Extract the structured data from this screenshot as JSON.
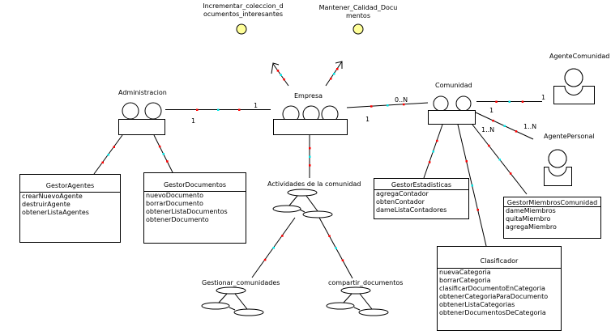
{
  "goals": [
    {
      "id": "g1",
      "label": "Incrementar_coleccion_d\nocumentos_interesantes",
      "line1": "Incrementar_coleccion_d",
      "line2": "ocumentos_interesantes"
    },
    {
      "id": "g2",
      "label": "Mantener_Calidad_Documentos",
      "line1": "Mantener_Calidad_Docu",
      "line2": "mentos"
    }
  ],
  "organizations": {
    "administracion": "Administracion",
    "empresa": "Empresa",
    "comunidad": "Comunidad"
  },
  "agents": {
    "comunidad": "AgenteComunidad",
    "personal": "AgentePersonal"
  },
  "tasks": {
    "actividades": "Actividades de la comunidad",
    "gestionar": "Gestionar_comunidades",
    "compartir": "compartir_documentos"
  },
  "multiplicities": {
    "admin_empresa_left": "1",
    "admin_empresa_right": "1",
    "empresa_comunidad_left": "1",
    "empresa_comunidad_right": "0..N",
    "comunidad_agentecom_left": "1",
    "comunidad_agentecom_right": "1",
    "comunidad_agentepers_right": "1..N",
    "comunidad_miembros": "1..N"
  },
  "classes": {
    "gestorAgentes": {
      "name": "GestorAgentes",
      "operations": [
        "crearNuevoAgente",
        "destruirAgente",
        "obtenerListaAgentes"
      ]
    },
    "gestorDocumentos": {
      "name": "GestorDocumentos",
      "operations": [
        "nuevoDocumento",
        "borrarDocumento",
        "obtenerListaDocumentos",
        "obtenerDocumento"
      ]
    },
    "gestorEstadisticas": {
      "name": "GestorEstadisticas",
      "operations": [
        "agregaContador",
        "obtenContador",
        "dameListaContadores"
      ]
    },
    "gestorMiembrosComunidad": {
      "name": "GestorMiembrosComunidad",
      "operations": [
        "dameMiembros",
        "quitaMiembro",
        "agregaMiembro"
      ]
    },
    "clasificador": {
      "name": "Clasificador",
      "operations": [
        "nuevaCategoria",
        "borrarCategoria",
        "clasificarDocumentoEnCategoria",
        "obtenerCategoriaParaDocumento",
        "obtenerListaCategorias",
        "obtenerDocumentosDeCategoria"
      ]
    }
  },
  "colors": {
    "goal_fill": "#ffff99",
    "handle_red": "#ff0000",
    "handle_cyan": "#00e5e5",
    "line": "#000000"
  }
}
